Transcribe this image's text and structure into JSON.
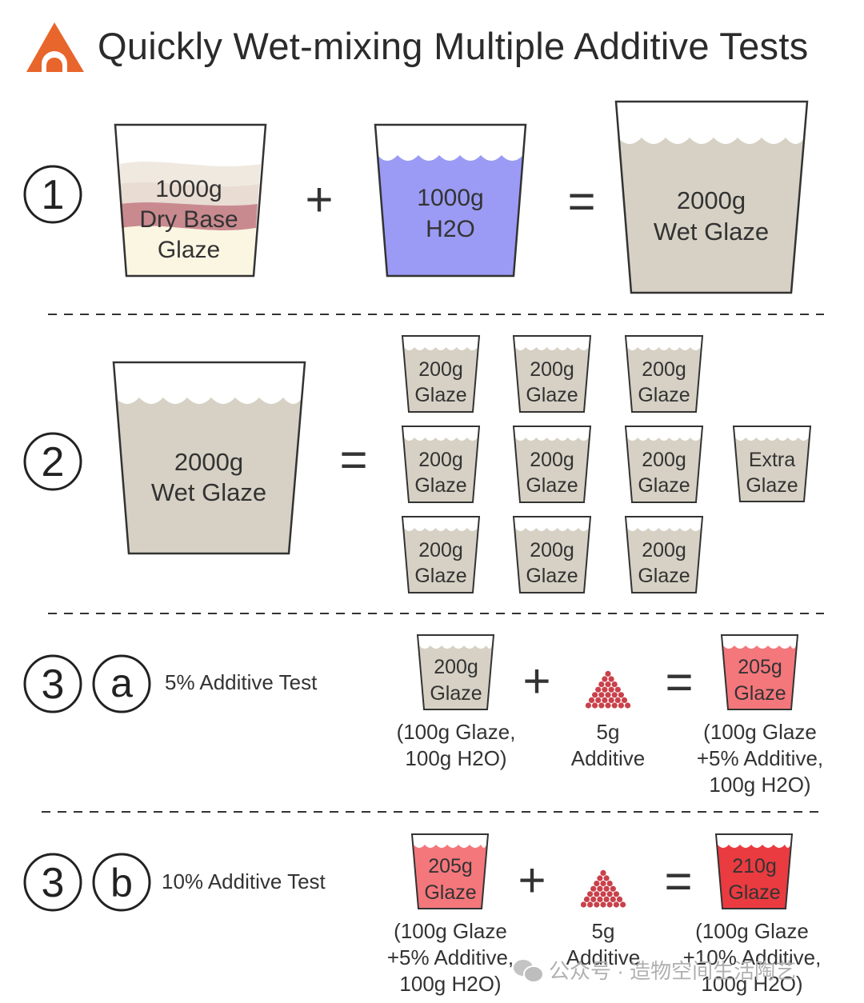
{
  "title": "Quickly Wet-mixing Multiple Additive Tests",
  "colors": {
    "logo": "#e8652b",
    "dry_light": "#efe9e0",
    "dry_mid": "#c98a8f",
    "dry_base": "#fbf6e2",
    "water": "#9b9bf5",
    "wet_glaze": "#d6d1c4",
    "glaze_5": "#f4777c",
    "glaze_10": "#ea3b40",
    "additive": "#c9414a"
  },
  "steps": {
    "s1": {
      "num": "1"
    },
    "s2": {
      "num": "2"
    },
    "s3a": {
      "num": "3",
      "letter": "a"
    },
    "s3b": {
      "num": "3",
      "letter": "b"
    }
  },
  "step1": {
    "dry": {
      "line1": "1000g",
      "line2": "Dry Base",
      "line3": "Glaze"
    },
    "water": {
      "line1": "1000g",
      "line2": "H2O"
    },
    "wet": {
      "line1": "2000g",
      "line2": "Wet Glaze"
    },
    "plus": "+",
    "equals": "="
  },
  "step2": {
    "wet": {
      "line1": "2000g",
      "line2": "Wet Glaze"
    },
    "equals": "=",
    "cup": {
      "line1": "200g",
      "line2": "Glaze"
    },
    "extra": {
      "line1": "Extra",
      "line2": "Glaze"
    }
  },
  "step3a": {
    "label": "5% Additive Test",
    "cup_in": {
      "line1": "200g",
      "line2": "Glaze"
    },
    "cup_out": {
      "line1": "205g",
      "line2": "Glaze"
    },
    "plus": "+",
    "equals": "=",
    "cap_in": [
      "(100g Glaze,",
      "100g H2O)"
    ],
    "cap_add": [
      "5g",
      "Additive"
    ],
    "cap_out": [
      "(100g Glaze",
      "+5% Additive,",
      "100g H2O)"
    ]
  },
  "step3b": {
    "label": "10% Additive Test",
    "cup_in": {
      "line1": "205g",
      "line2": "Glaze"
    },
    "cup_out": {
      "line1": "210g",
      "line2": "Glaze"
    },
    "plus": "+",
    "equals": "=",
    "cap_in": [
      "(100g Glaze",
      "+5% Additive,",
      "100g H2O)"
    ],
    "cap_add": [
      "5g",
      "Additive"
    ],
    "cap_out": [
      "(100g Glaze",
      "+10% Additive,",
      "100g H2O)"
    ]
  },
  "watermark": "公众号 · 造物空间生活陶艺"
}
